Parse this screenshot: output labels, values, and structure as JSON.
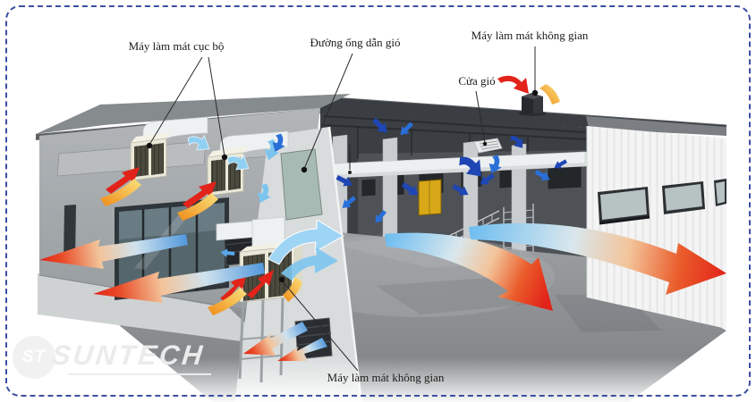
{
  "diagram": {
    "annotations": [
      {
        "id": "local-cooler",
        "label": "Máy làm mát cục bộ"
      },
      {
        "id": "air-duct",
        "label": "Đường ống dẫn gió"
      },
      {
        "id": "space-cooler-roof",
        "label": "Máy làm mát không gian"
      },
      {
        "id": "air-vent",
        "label": "Cửa gió"
      },
      {
        "id": "space-cooler-floor",
        "label": "Máy làm mát không gian"
      }
    ],
    "watermark": {
      "initials": "ST",
      "brand": "SUNTECH"
    },
    "colors": {
      "border": "#3b4fa0",
      "cool_air_dark": "#1e46b4",
      "cool_air": "#2a6fd8",
      "cool_air_light": "#8fd0f2",
      "hot_air": "#e2231a",
      "warm_air": "#f08b16",
      "roof_dark": "#3a3d41",
      "wall_gray": "#a4a8ab",
      "wall_white": "#f3f4f3",
      "floor_concrete": "#8a8d8f",
      "cabinet_yellow": "#d9a818"
    }
  }
}
